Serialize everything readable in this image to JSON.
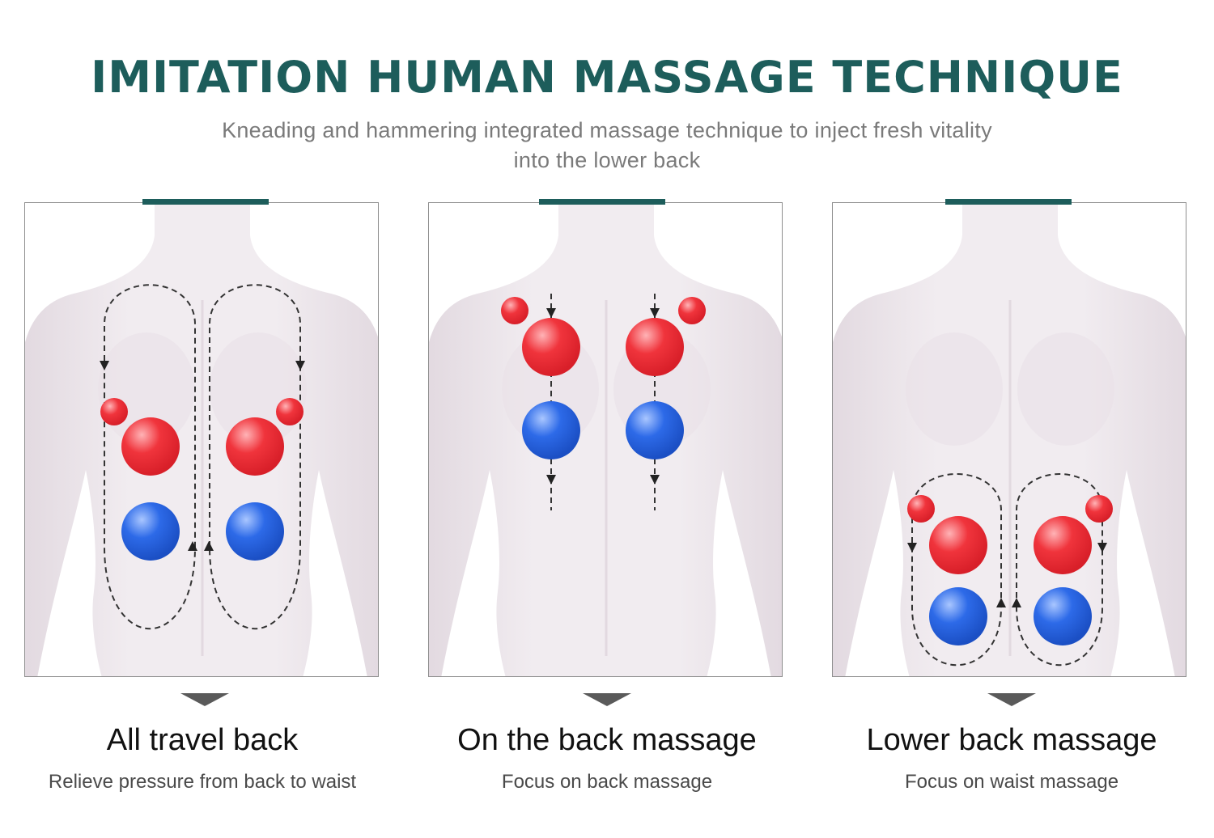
{
  "header": {
    "title": "IMITATION HUMAN MASSAGE TECHNIQUE",
    "subtitle_line1": "Kneading and hammering integrated massage technique to inject fresh vitality",
    "subtitle_line2": "into the lower back"
  },
  "colors": {
    "accent": "#1d5d5b",
    "subtitle": "#7a7a7a",
    "skin": "#f1ecf0",
    "skin_shadow": "#e2d9e0",
    "kneading_node": "#f0343c",
    "hammering_node": "#2d6ae8",
    "path_line": "#333333"
  },
  "icons": {
    "pointer": "triangle-down-icon",
    "direction": "arrow-icon"
  },
  "panels": [
    {
      "caption": "All travel back",
      "description": "Relieve pressure from back to waist",
      "image": "full-back-massage-path"
    },
    {
      "caption": "On the back massage",
      "description": "Focus on back massage",
      "image": "upper-back-massage-path"
    },
    {
      "caption": "Lower back massage",
      "description": "Focus on waist massage",
      "image": "lower-back-massage-path"
    }
  ]
}
